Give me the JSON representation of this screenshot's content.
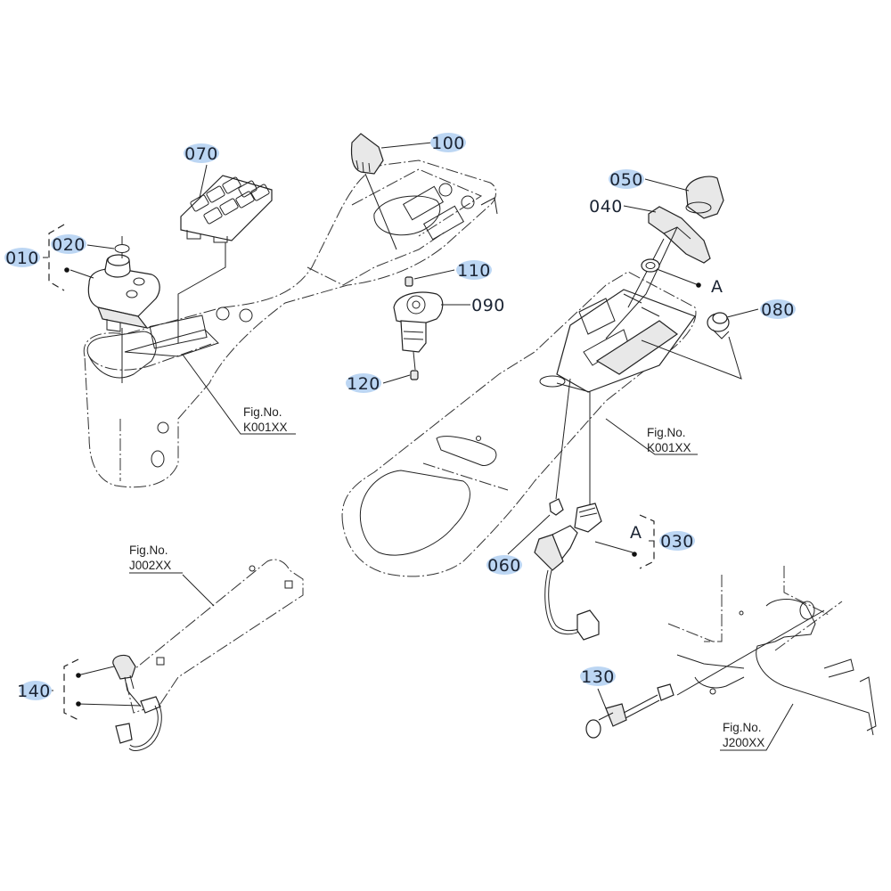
{
  "diagram": {
    "title": "Exploded parts diagram - console switches",
    "highlight_color": "#bcd6f3",
    "text_color": "#1b2433",
    "callouts": [
      {
        "id": "010",
        "label": "010"
      },
      {
        "id": "020",
        "label": "020"
      },
      {
        "id": "030",
        "label": "030"
      },
      {
        "id": "040",
        "label": "040"
      },
      {
        "id": "050",
        "label": "050"
      },
      {
        "id": "060",
        "label": "060"
      },
      {
        "id": "070",
        "label": "070"
      },
      {
        "id": "080",
        "label": "080"
      },
      {
        "id": "090",
        "label": "090"
      },
      {
        "id": "100",
        "label": "100"
      },
      {
        "id": "110",
        "label": "110"
      },
      {
        "id": "120",
        "label": "120"
      },
      {
        "id": "130",
        "label": "130"
      },
      {
        "id": "140",
        "label": "140"
      }
    ],
    "reference_markers": [
      {
        "label": "A"
      },
      {
        "label": "A"
      }
    ],
    "figure_references": [
      {
        "line1": "Fig.No.",
        "line2": "K001XX"
      },
      {
        "line1": "Fig.No.",
        "line2": "K001XX"
      },
      {
        "line1": "Fig.No.",
        "line2": "J002XX"
      },
      {
        "line1": "Fig.No.",
        "line2": "J200XX"
      }
    ]
  }
}
